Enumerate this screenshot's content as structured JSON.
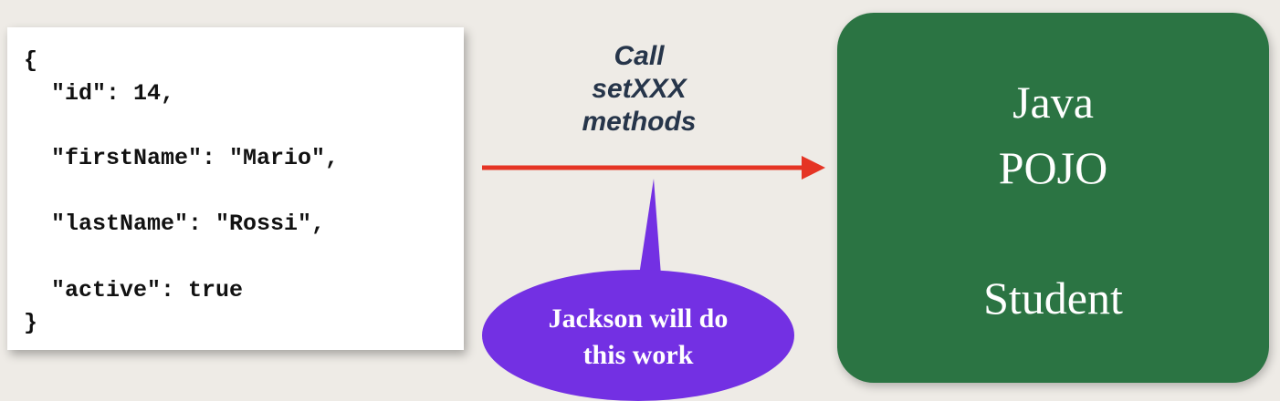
{
  "json_box": {
    "lines": [
      "{",
      "  \"id\": 14,",
      "  \"firstName\": \"Mario\",",
      "  \"lastName\": \"Rossi\",",
      "  \"active\": true",
      "}"
    ]
  },
  "arrow": {
    "label_lines": [
      "Call",
      "setXXX",
      "methods"
    ],
    "color": "#e53424"
  },
  "bubble": {
    "lines": [
      "Jackson will do",
      "this work"
    ],
    "color": "#7330e3"
  },
  "pojo": {
    "title_lines": [
      "Java",
      "POJO"
    ],
    "class_name": "Student",
    "color": "#2b7443"
  }
}
